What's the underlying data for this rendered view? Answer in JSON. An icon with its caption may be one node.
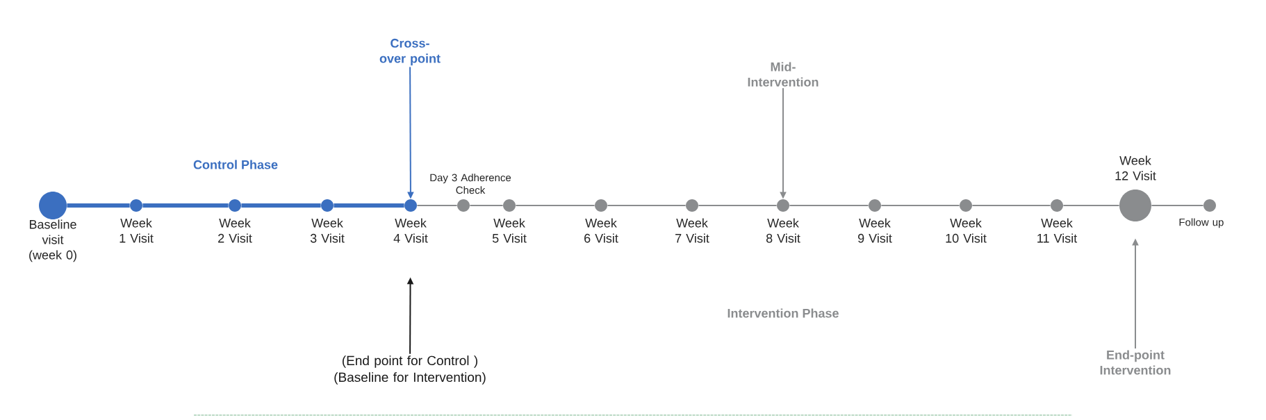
{
  "diagram": {
    "nodes": [
      {
        "text": [
          "Baseline visit (week 0)"
        ]
      },
      {
        "text": [
          "Week 1 Visit"
        ]
      },
      {
        "text": [
          "Week 2 Visit"
        ]
      },
      {
        "text": [
          "Week 3 Visit"
        ]
      },
      {
        "text": [
          "Week 4 Visit"
        ]
      },
      {
        "text": [
          "Day 3 Adherence Check"
        ]
      },
      {
        "text": [
          "Week 5 Visit"
        ]
      },
      {
        "text": [
          "Week 6 Visit"
        ]
      },
      {
        "text": [
          "Week 7 Visit"
        ]
      },
      {
        "text": [
          "Week 8 Visit"
        ]
      },
      {
        "text": [
          "Week 9 Visit"
        ]
      },
      {
        "text": [
          "Week 10 Visit"
        ]
      },
      {
        "text": [
          "Week 11 Visit"
        ]
      },
      {
        "text": [
          "Week 12 Visit"
        ]
      },
      {
        "text": [
          "Follow up"
        ]
      },
      {
        "text": [
          "Cross-over point"
        ]
      },
      {
        "text": [
          "Mid-Intervention"
        ]
      },
      {
        "text": [
          "(End point for Control )",
          "(Baseline for Intervention)"
        ]
      },
      {
        "text": [
          "End-point Intervention"
        ]
      }
    ],
    "edges": [
      {
        "from": 0,
        "to": 1,
        "arrow": "none",
        "style": "thick",
        "color": "#3b6fc0"
      },
      {
        "from": 1,
        "to": 2,
        "arrow": "none",
        "style": "thick",
        "color": "#3b6fc0"
      },
      {
        "from": 2,
        "to": 3,
        "arrow": "none",
        "style": "thick",
        "color": "#3b6fc0"
      },
      {
        "from": 3,
        "to": 4,
        "arrow": "none",
        "style": "thick",
        "color": "#3b6fc0"
      },
      {
        "from": 4,
        "to": 5,
        "arrow": "none"
      },
      {
        "from": 5,
        "to": 6,
        "arrow": "none"
      },
      {
        "from": 6,
        "to": 7,
        "arrow": "none"
      },
      {
        "from": 7,
        "to": 8,
        "arrow": "none"
      },
      {
        "from": 8,
        "to": 9,
        "arrow": "none"
      },
      {
        "from": 9,
        "to": 10,
        "arrow": "none"
      },
      {
        "from": 10,
        "to": 11,
        "arrow": "none"
      },
      {
        "from": 11,
        "to": 12,
        "arrow": "none"
      },
      {
        "from": 12,
        "to": 13,
        "arrow": "none"
      },
      {
        "from": 13,
        "to": 14,
        "arrow": "none"
      },
      {
        "from": 15,
        "to": 4,
        "arrow": "to",
        "color": "#3b6fc0"
      },
      {
        "from": 16,
        "to": 9,
        "arrow": "to"
      },
      {
        "from": 17,
        "to": 4,
        "arrow": "to",
        "color": "#1a1a1a"
      },
      {
        "from": 18,
        "to": 13,
        "arrow": "to"
      }
    ],
    "labels": [
      "Control Phase",
      "Intervention Phase"
    ]
  }
}
